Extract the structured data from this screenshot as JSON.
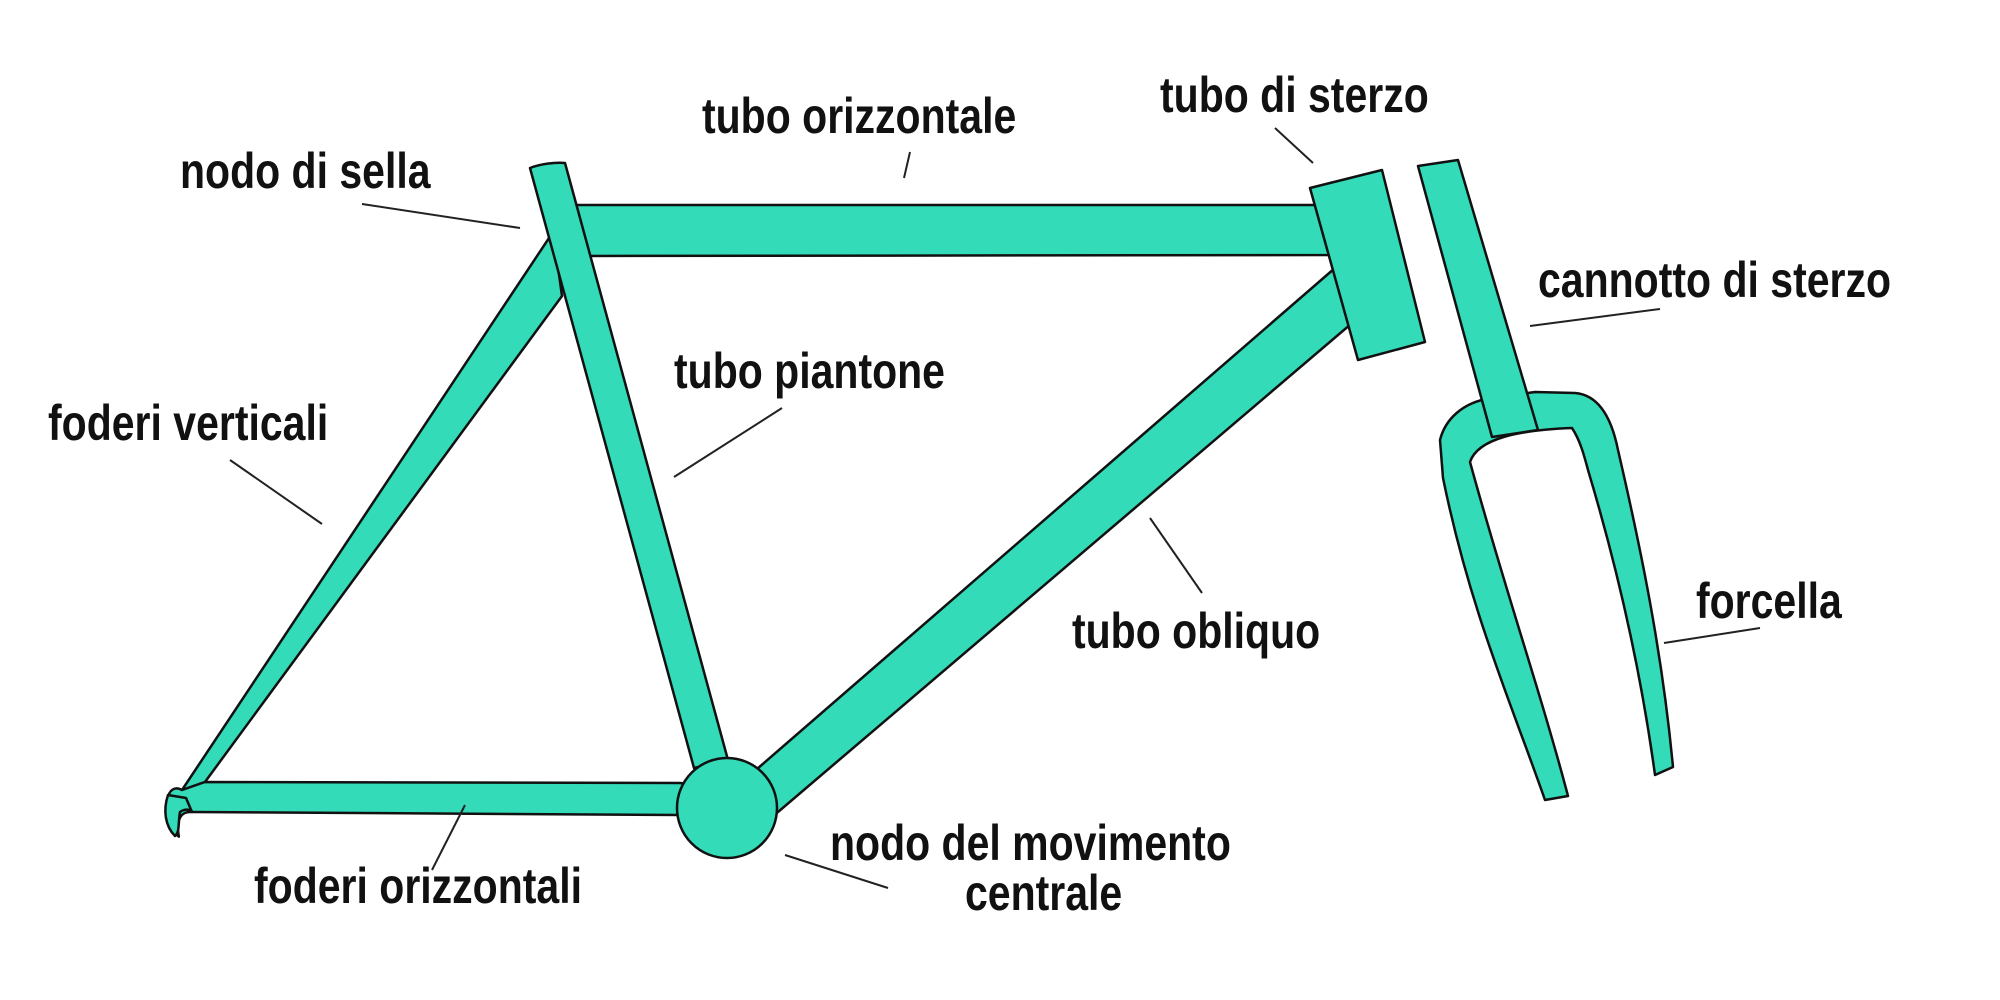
{
  "labels": {
    "seat_cluster": "nodo di sella",
    "top_tube": "tubo orizzontale",
    "head_tube": "tubo di sterzo",
    "steerer_tube": "cannotto di sterzo",
    "seat_stays": "foderi verticali",
    "seat_tube": "tubo piantone",
    "down_tube": "tubo obliquo",
    "fork": "forcella",
    "chain_stays": "foderi orizzontali",
    "bottom_bracket_line1": "nodo del movimento",
    "bottom_bracket_line2": "centrale"
  },
  "colors": {
    "frame_fill": "#33dbb8",
    "outline": "#111111",
    "text": "#111111"
  }
}
